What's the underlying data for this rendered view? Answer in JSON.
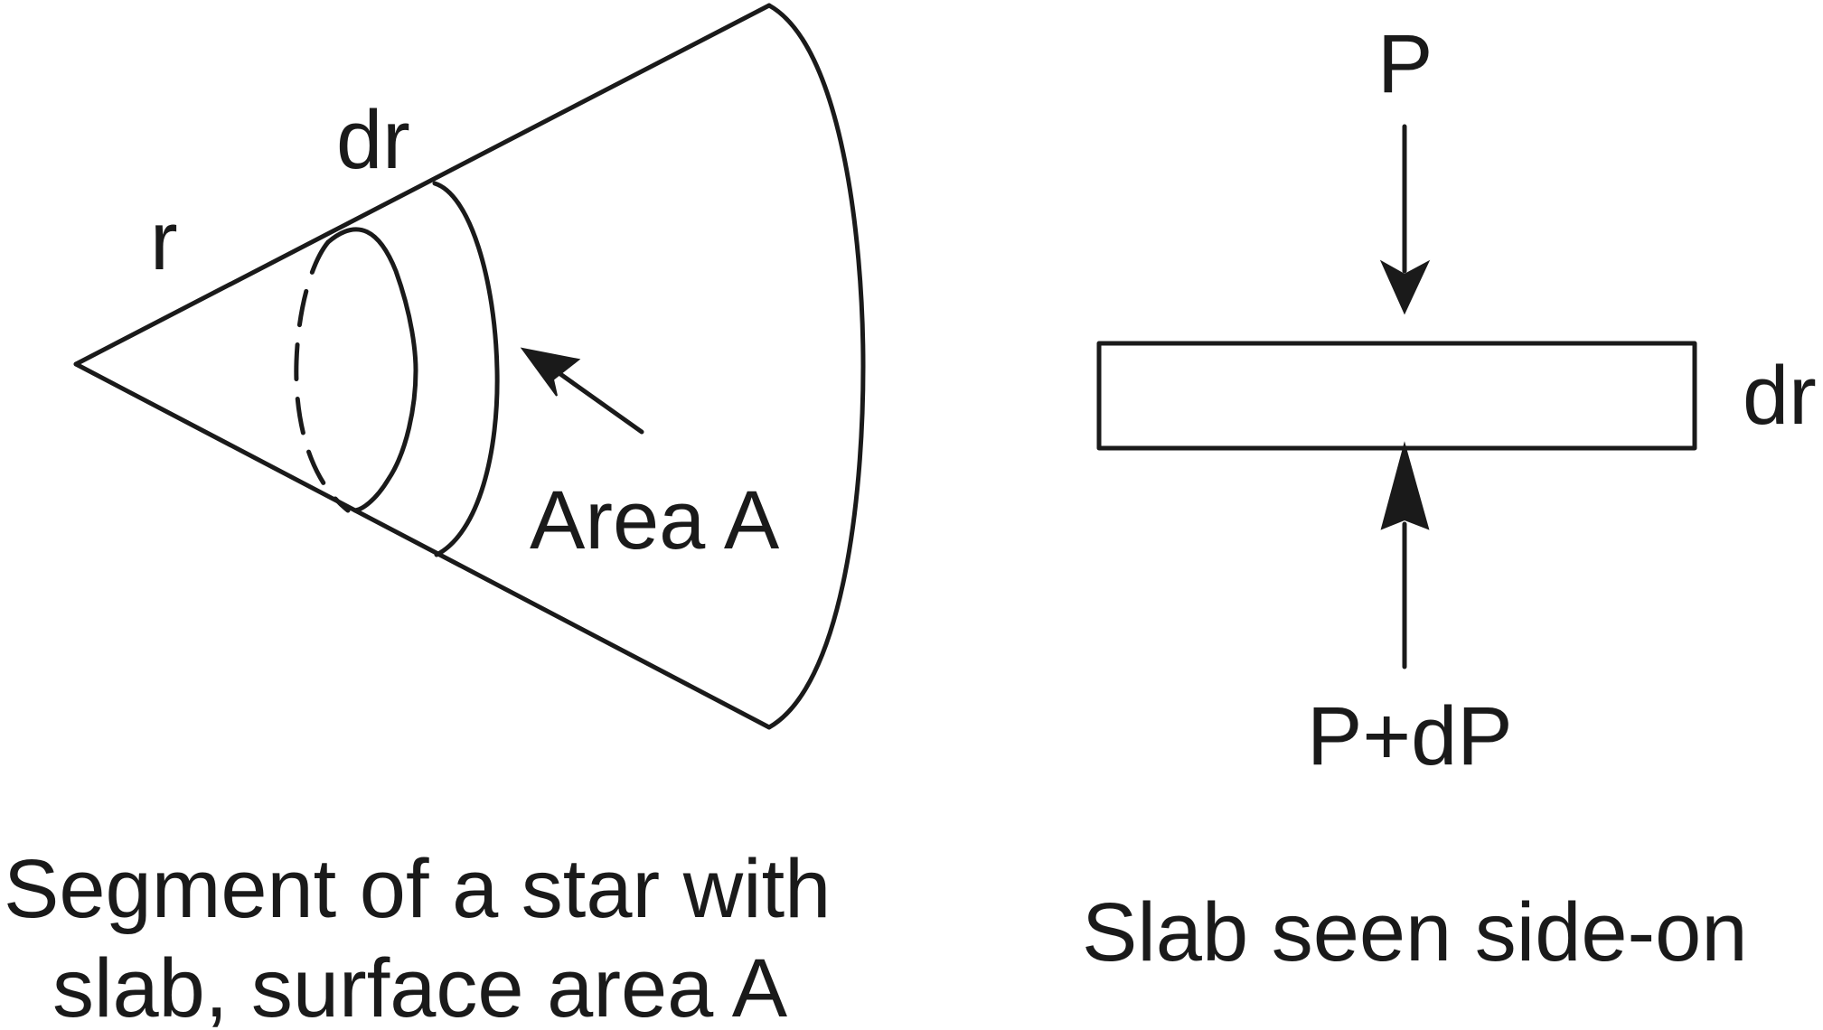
{
  "left_panel": {
    "labels": {
      "dr": "dr",
      "r": "r",
      "area": "Area A"
    },
    "caption": {
      "line1": "Segment of a star with",
      "line2": "slab, surface area A"
    }
  },
  "right_panel": {
    "labels": {
      "top_pressure": "P",
      "bottom_pressure": "P+dP",
      "thickness": "dr"
    },
    "caption": "Slab seen side-on"
  },
  "colors": {
    "ink": "#1a1a1a",
    "background": "#ffffff"
  }
}
